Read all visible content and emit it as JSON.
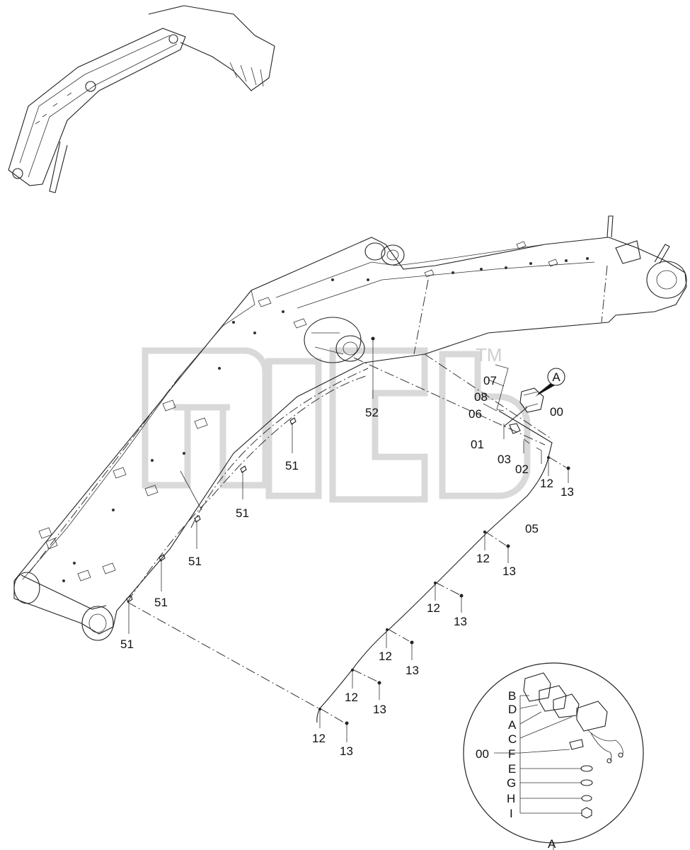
{
  "watermark": {
    "text": "AMB",
    "mark": "TM"
  },
  "callout": {
    "letter": "A"
  },
  "detail": {
    "letter": "A"
  },
  "labels": {
    "l00": "00",
    "l01": "01",
    "l02": "02",
    "l03": "03",
    "l05": "05",
    "l06": "06",
    "l07": "07",
    "l08": "08",
    "l52": "52",
    "l12": "12",
    "l13": "13",
    "l51": "51"
  },
  "detail_letters": [
    "B",
    "D",
    "A",
    "C",
    "F",
    "E",
    "G",
    "H",
    "I"
  ],
  "detail_ref": "00"
}
